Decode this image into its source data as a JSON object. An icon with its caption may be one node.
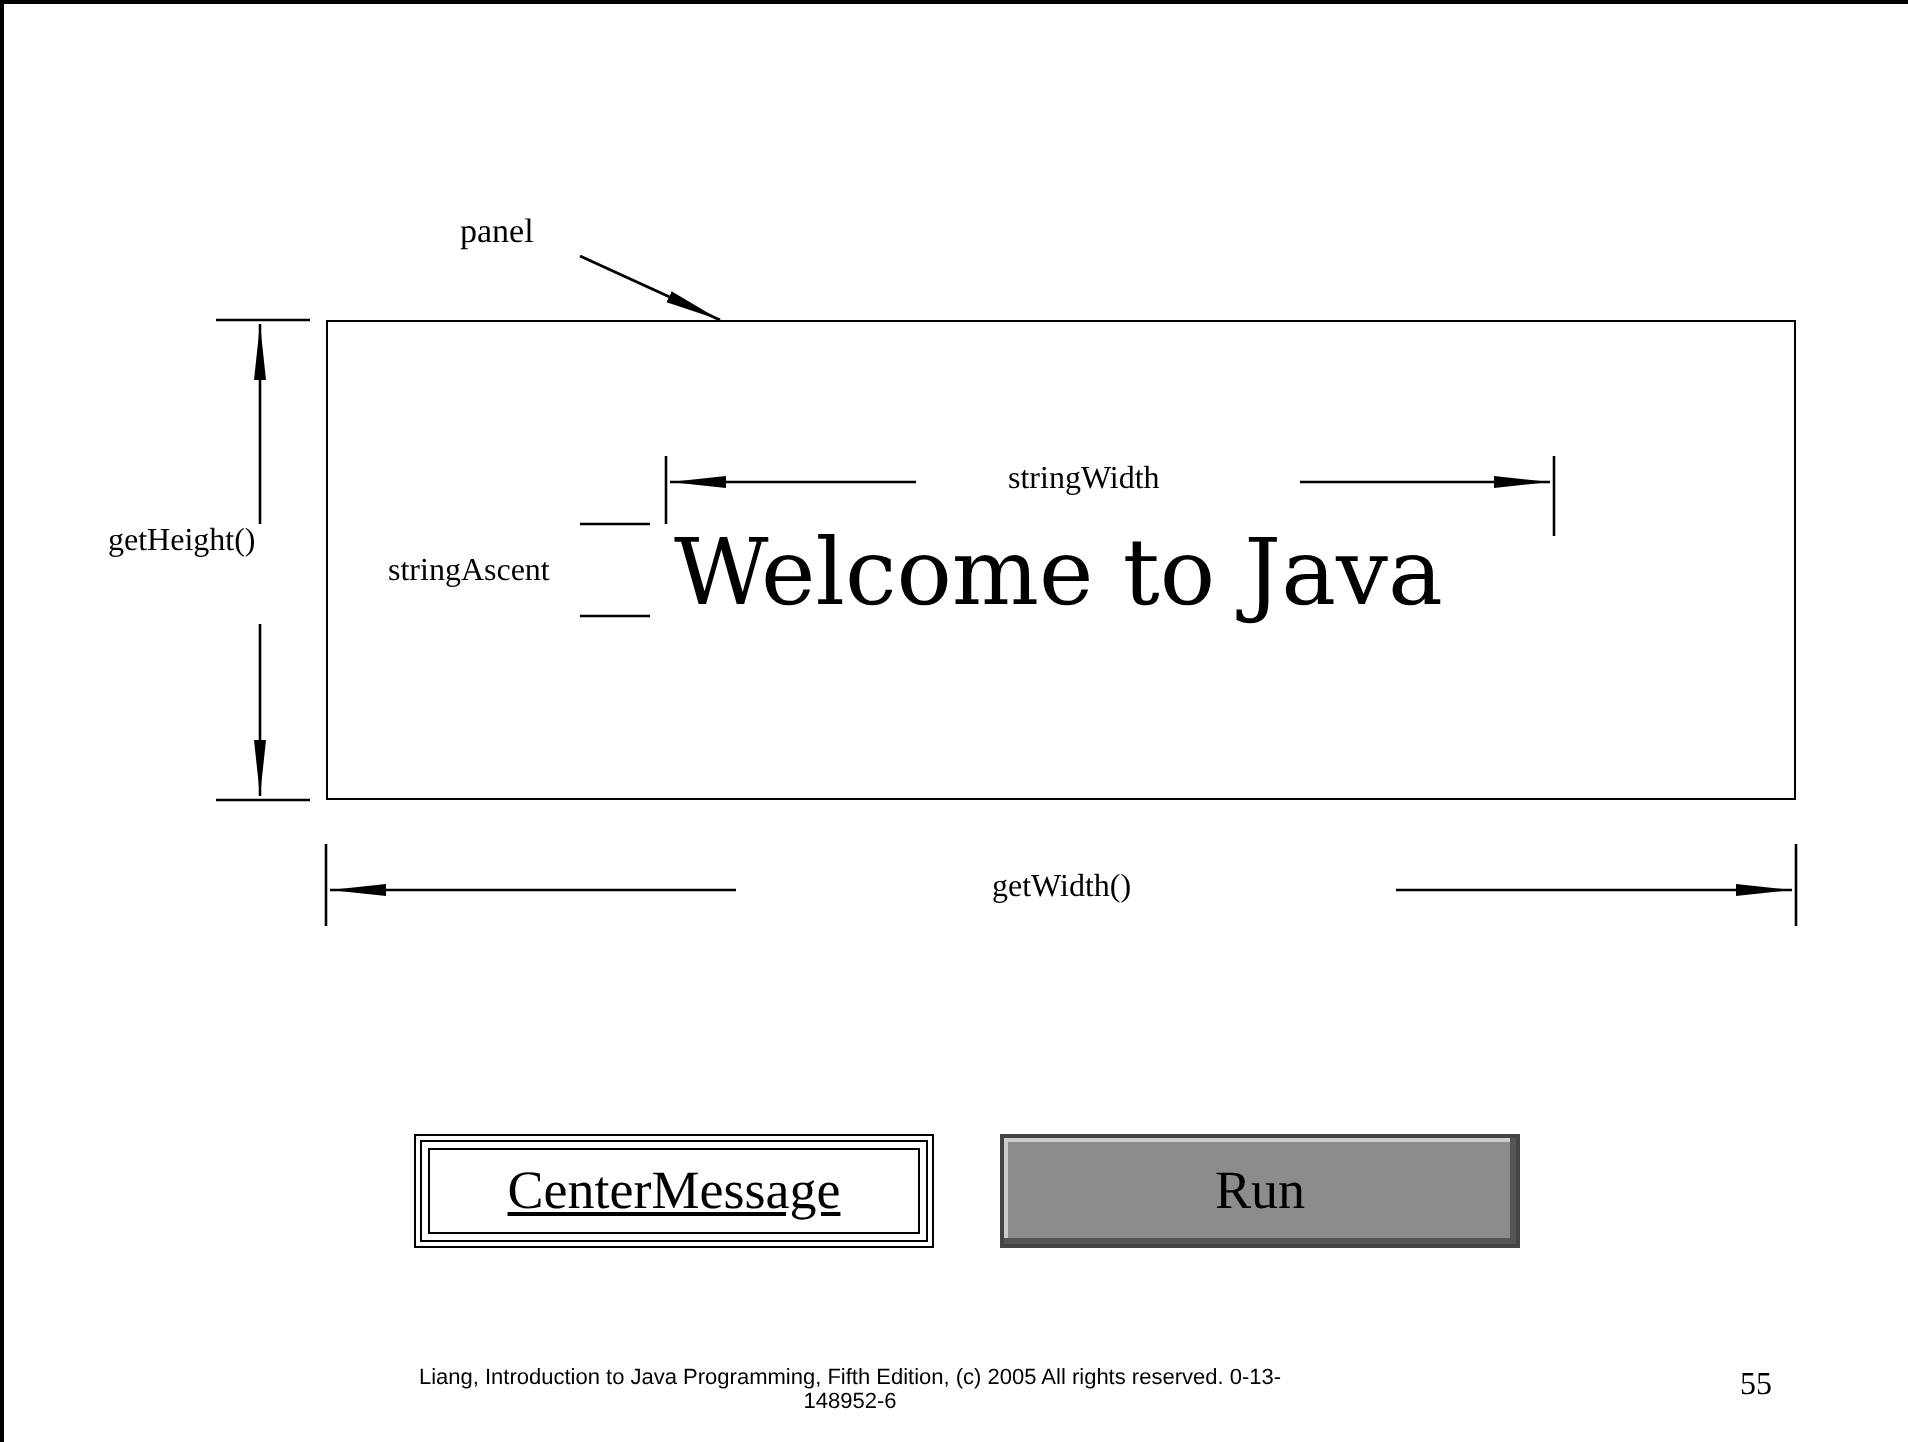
{
  "diagram": {
    "nodes": [
      {
        "text": [
          "panel"
        ]
      },
      {
        "text": [
          "Welcome to Java"
        ]
      },
      {
        "text": [
          "CenterMessage"
        ]
      },
      {
        "text": [
          "Run"
        ]
      }
    ],
    "edges": [
      {
        "from": 0,
        "to": 1,
        "arrow": "to"
      }
    ],
    "labels": [
      "getHeight()",
      "stringWidth",
      "stringAscent",
      "getWidth()",
      "Liang, Introduction to Java Programming, Fifth Edition, (c) 2005 All rights reserved. 0-13-148952-6",
      "55"
    ]
  }
}
